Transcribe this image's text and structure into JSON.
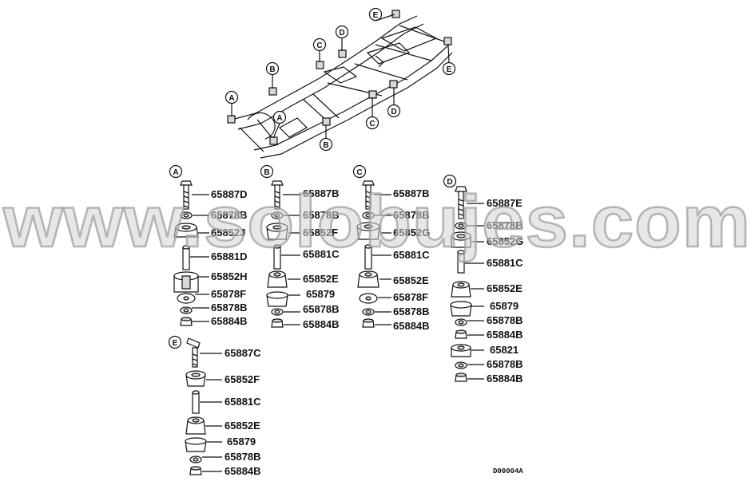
{
  "watermark": "www.solobujes.com",
  "drawing_code": "D00004A",
  "frame_labels": [
    "E",
    "C",
    "D",
    "E",
    "B",
    "A",
    "A",
    "C",
    "D",
    "B"
  ],
  "groups": {
    "A": {
      "label": "A",
      "parts": [
        "65887D",
        "65878B",
        "65852J",
        "65881D",
        "65852H",
        "65878F",
        "65878B",
        "65884B"
      ]
    },
    "B": {
      "label": "B",
      "parts": [
        "65887B",
        "65878B",
        "65852F",
        "65881C",
        "65852E",
        "65879",
        "65878B",
        "65884B"
      ]
    },
    "C": {
      "label": "C",
      "parts": [
        "65887B",
        "65878B",
        "65852G",
        "65881C",
        "65852E",
        "65878F",
        "65878B",
        "65884B"
      ]
    },
    "D": {
      "label": "D",
      "parts": [
        "65887E",
        "65878B",
        "65852G",
        "65881C",
        "65852E",
        "65879",
        "65878B",
        "65884B",
        "65821",
        "65878B",
        "65884B"
      ]
    },
    "E": {
      "label": "E",
      "parts": [
        "65887C",
        "65852F",
        "65881C",
        "65852E",
        "65879",
        "65878B",
        "65884B"
      ]
    }
  }
}
